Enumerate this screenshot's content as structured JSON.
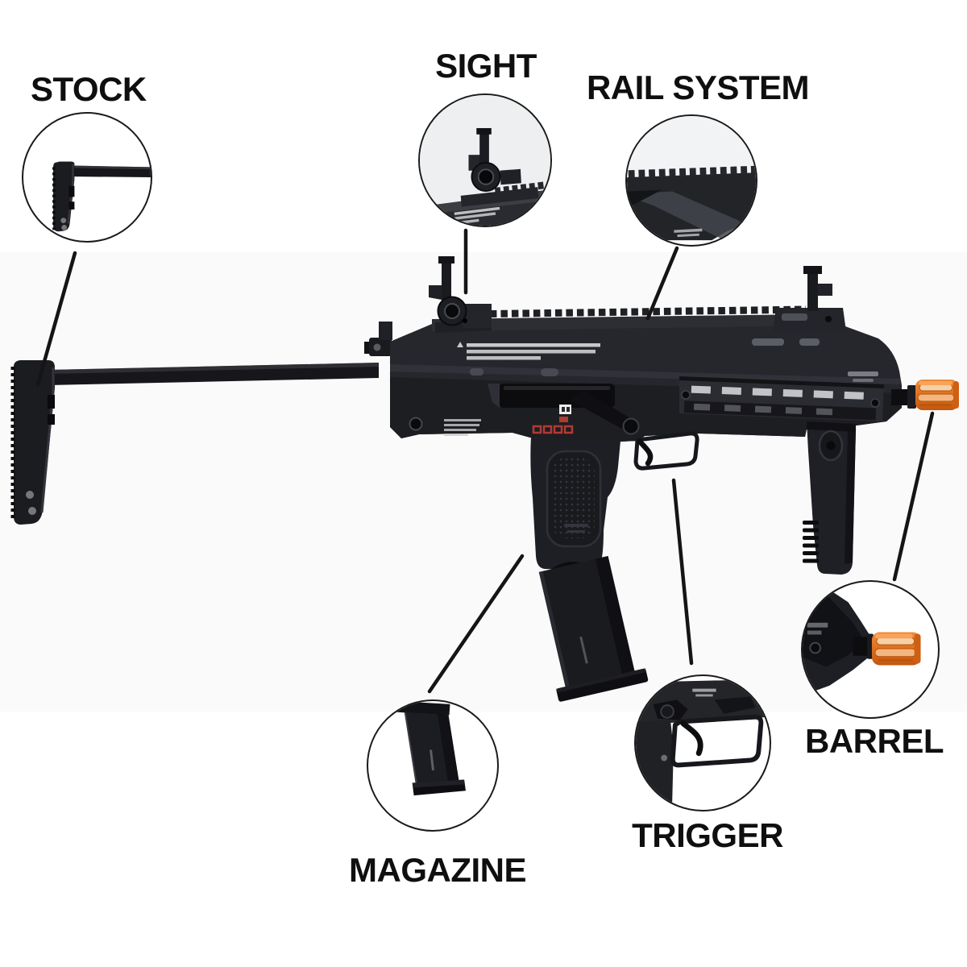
{
  "diagram": {
    "parts": [
      {
        "id": "stock",
        "label": "STOCK"
      },
      {
        "id": "sight",
        "label": "SIGHT"
      },
      {
        "id": "rail_system",
        "label": "RAIL SYSTEM"
      },
      {
        "id": "magazine",
        "label": "MAGAZINE"
      },
      {
        "id": "trigger",
        "label": "TRIGGER"
      },
      {
        "id": "barrel",
        "label": "BARREL"
      }
    ],
    "colors": {
      "background": "#ffffff",
      "label_text": "#0f0f0f",
      "callout_line": "#151515",
      "callout_circle_border": "#1a1a1a",
      "gun_black": "#26272d",
      "gun_dark": "#0e0e11",
      "muzzle_orange": "#e0701e",
      "selector_red": "#b23a32"
    }
  }
}
